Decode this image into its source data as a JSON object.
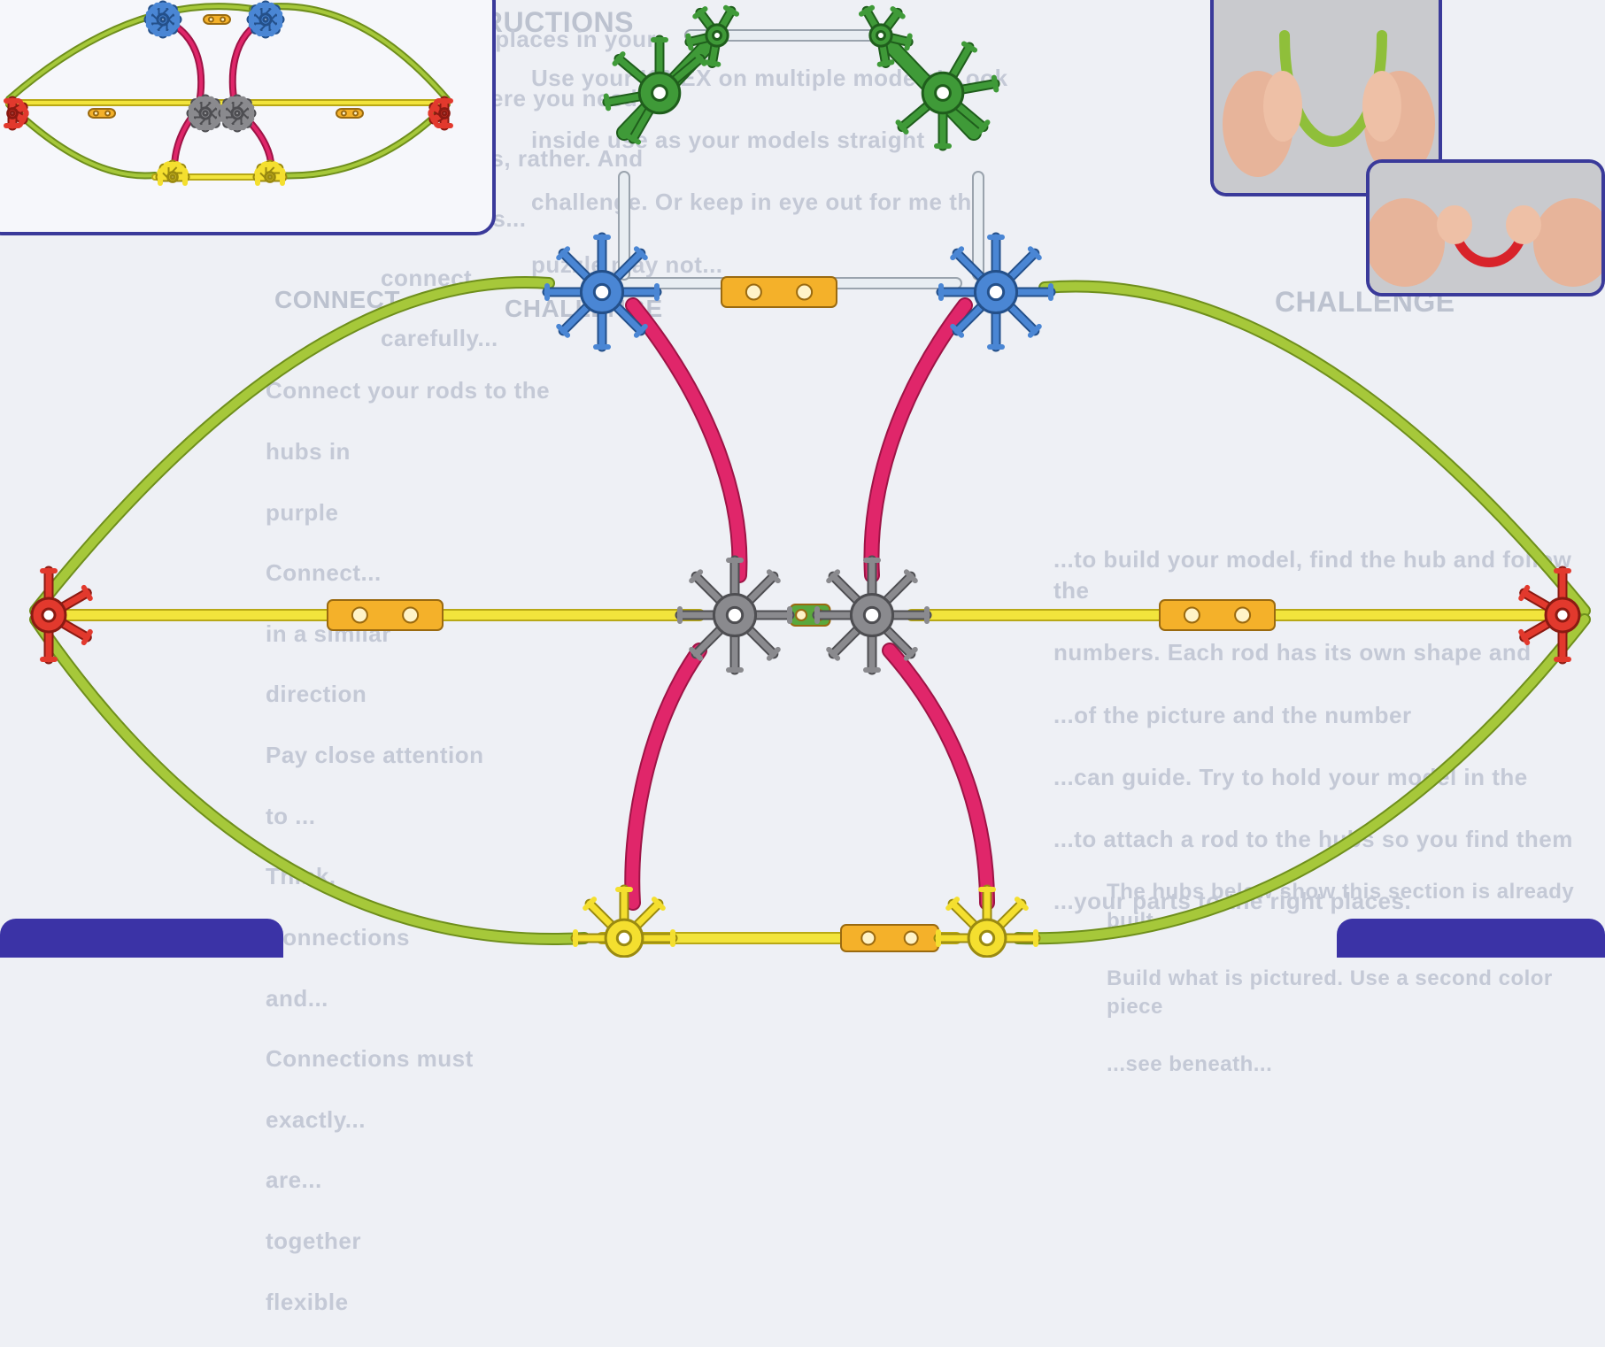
{
  "background_text": {
    "instructions_heading": "INSTRUCTIONS",
    "lines_top_right": [
      "Use your K'NEX on multiple models! Look",
      "inside use as your models straight",
      "challenge. Or keep in eye out for me the",
      "puzzle may not..."
    ],
    "right_col_heading": "CHALLENGE",
    "right_col_heading2": "CHALLENGE",
    "right_col_body": [
      "...to build your model, find the hub and follow the",
      "numbers. Each rod has its own shape and",
      "...of the picture and the number",
      "...can guide. Try to hold your model in the",
      "...to attach a rod to the hubs so you find them",
      "...your parts to the right places."
    ],
    "right_col_bottom": [
      "The hubs below show this section is already built.",
      "Build what is pictured. Use a second color piece",
      "...see beneath..."
    ],
    "left_col_top": [
      "There are places in your",
      "model where you need to",
      "add pieces, rather. And",
      "find pieces...",
      "connect...",
      "carefully..."
    ],
    "left_col_body": [
      "Connect your rods to the",
      "hubs in",
      "purple",
      "Connect...",
      "in a similar",
      "direction",
      "Pay close attention",
      "to ...",
      "Think.",
      "Connections",
      "and...",
      "Connections must",
      "exactly...",
      "are...",
      "together",
      "flexible"
    ],
    "left_col_heading": "CONNECT"
  },
  "colors": {
    "green_rod": "#a6c83a",
    "green_rod_outline": "#6f8f1c",
    "yellow_rod": "#f2e43c",
    "yellow_rod_outline": "#b8a815",
    "pink_rod": "#e0266a",
    "pink_rod_outline": "#9e1446",
    "white_rod": "#e8edf2",
    "orange_connector": "#f4b12a",
    "green_connector": "#5aa83c",
    "blue_hub": "#4a86d4",
    "gray_hub": "#8a8a8e",
    "red_hub": "#e2392d",
    "yellow_hub": "#f4df2f",
    "dark_green_hub": "#3f9a38",
    "border_blue": "#3a3a9a"
  },
  "icons": [
    "hub-blue-icon",
    "hub-gray-icon",
    "hub-red-icon",
    "hub-yellow-icon",
    "hub-green-icon",
    "connector-icon"
  ],
  "photos": {
    "top": "hands bending green flexi-rod",
    "bottom": "hands bending red flexi-rod"
  }
}
